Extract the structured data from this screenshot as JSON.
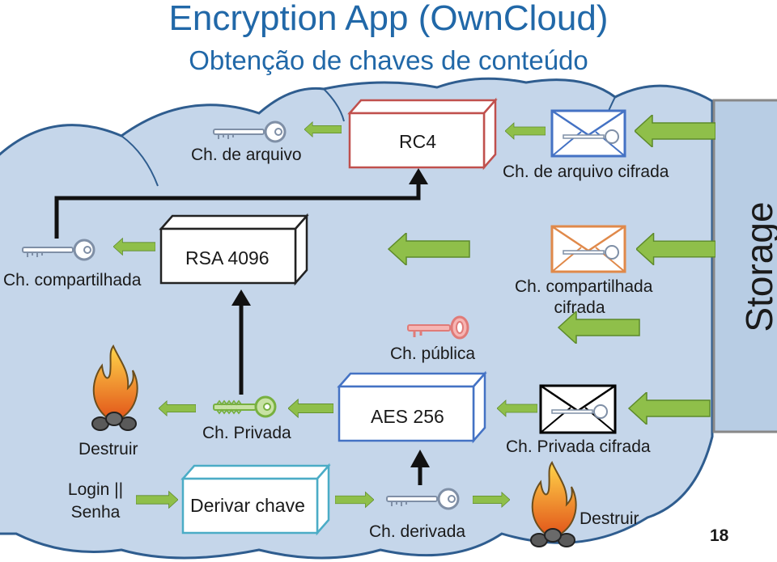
{
  "title": "Encryption App (OwnCloud)",
  "subtitle": "Obtenção de chaves de conteúdo",
  "storage_label": "Storage",
  "page_number": "18",
  "boxes": {
    "rc4": "RC4",
    "rsa": "RSA 4096",
    "aes": "AES 256",
    "derive": "Derivar chave"
  },
  "labels": {
    "file_key": "Ch. de arquivo",
    "file_key_encrypted": "Ch. de arquivo cifrada",
    "shared_key": "Ch. compartilhada",
    "shared_key_encrypted_line1": "Ch. compartilhada",
    "shared_key_encrypted_line2": "cifrada",
    "public_key": "Ch. pública",
    "private_key": "Ch. Privada",
    "private_key_encrypted": "Ch. Privada cifrada",
    "destroy_left": "Destruir",
    "destroy_right": "Destruir",
    "login_line1": "Login ||",
    "login_line2": "Senha",
    "derived_key": "Ch. derivada"
  },
  "colors": {
    "title": "#2168a8",
    "cloud_fill": "#c5d6ea",
    "cloud_stroke": "#2f5d8f",
    "arrow_fill": "#8fbf4a",
    "arrow_stroke": "#5d8a2a",
    "rc4_border": "#c0504d",
    "rsa_border": "#222222",
    "aes_border": "#4472c4",
    "derive_border": "#4bacc6",
    "key_gray": "#7f8fa6",
    "key_pink": "#e07b78",
    "key_green": "#77b03f",
    "envelope_blue": "#4472c4",
    "envelope_orange": "#e0894a",
    "envelope_black": "#000000",
    "flame": "#f07a1a"
  }
}
